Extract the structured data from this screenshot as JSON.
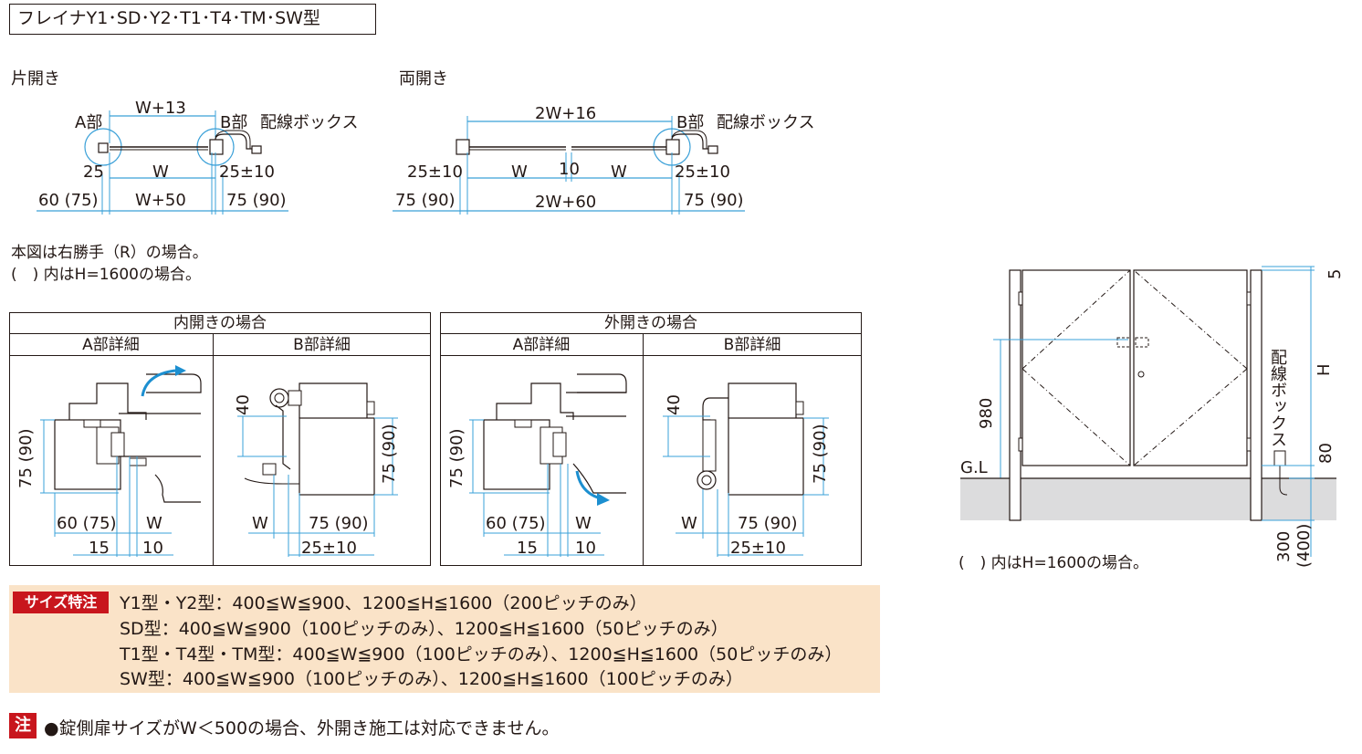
{
  "header": {
    "title": "フレイナY1･SD･Y2･T1･T4･TM･SW型"
  },
  "single": {
    "title": "片開き",
    "a_part": "A部",
    "b_part": "B部",
    "wiring_box": "配線ボックス",
    "top_dim": "W+13",
    "left_offset": "25",
    "width": "W",
    "right_offset": "25±10",
    "bottom_left": "60 (75)",
    "bottom_mid": "W+50",
    "bottom_right": "75 (90)"
  },
  "double": {
    "title": "両開き",
    "b_part": "B部",
    "wiring_box": "配線ボックス",
    "top_dim": "2W+16",
    "left_offset": "25±10",
    "width_left": "W",
    "gap": "10",
    "width_right": "W",
    "right_offset": "25±10",
    "bottom_left": "75 (90)",
    "bottom_mid": "2W+60",
    "bottom_right": "75 (90)"
  },
  "notes": {
    "handed": "本図は右勝手（R）の場合。",
    "paren": "(　) 内はH=1600の場合。"
  },
  "inward": {
    "title": "内開きの場合",
    "a_title": "A部詳細",
    "b_title": "B部詳細",
    "a_height": "75 (90)",
    "a_bottom_left": "60 (75)",
    "a_bottom_w": "W",
    "a_bottom_15": "15",
    "a_bottom_10": "10",
    "b_40": "40",
    "b_height": "75 (90)",
    "b_w": "W",
    "b_75": "75 (90)",
    "b_25": "25±10"
  },
  "outward": {
    "title": "外開きの場合",
    "a_title": "A部詳細",
    "b_title": "B部詳細",
    "a_height": "75 (90)",
    "a_bottom_left": "60 (75)",
    "a_bottom_w": "W",
    "a_bottom_15": "15",
    "a_bottom_10": "10",
    "b_40": "40",
    "b_height": "75 (90)",
    "b_w": "W",
    "b_75": "75 (90)",
    "b_25": "25±10"
  },
  "elevation": {
    "dim_5": "5",
    "dim_h": "H",
    "wiring_vertical": "配線ボックス",
    "dim_980": "980",
    "dim_80": "80",
    "gl": "G.L",
    "dim_300": "300",
    "dim_400": "(400)",
    "paren": "(　) 内はH=1600の場合。"
  },
  "size_order": {
    "badge": "サイズ特注",
    "lines": [
      "Y1型・Y2型：400≦W≦900、1200≦H≦1600（200ピッチのみ）",
      "SD型：400≦W≦900（100ピッチのみ）、1200≦H≦1600（50ピッチのみ）",
      "T1型・T4型・TM型：400≦W≦900（100ピッチのみ）、1200≦H≦1600（50ピッチのみ）",
      "SW型：400≦W≦900（100ピッチのみ）、1200≦H≦1600（100ピッチのみ）"
    ]
  },
  "caution": {
    "badge": "注",
    "text": "●錠側扉サイズがW＜500の場合、外開き施工は対応できません。"
  },
  "colors": {
    "accent_red": "#c8161d",
    "size_bg": "#fae3c8",
    "dim_line": "#3aa0d8",
    "blue_arrow": "#1c8fd0"
  }
}
